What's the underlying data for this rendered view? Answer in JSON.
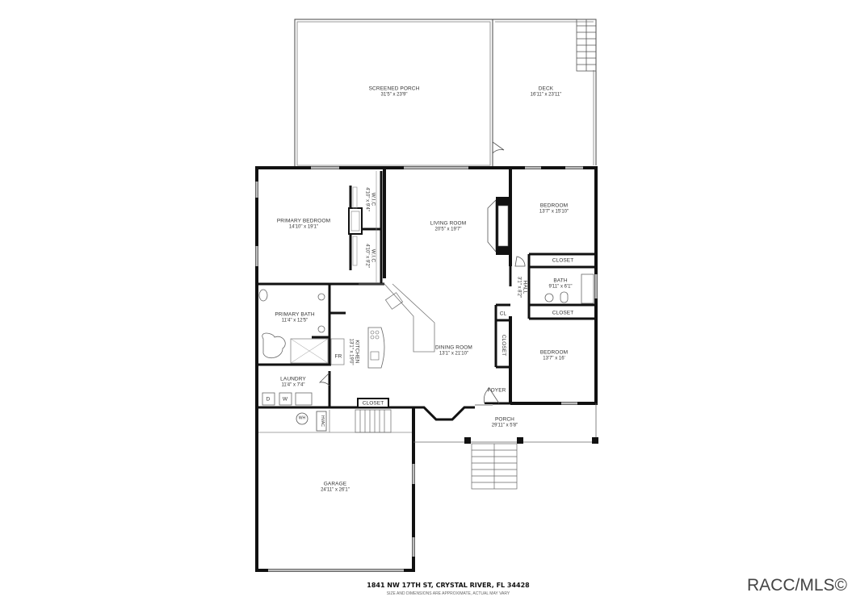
{
  "rooms": {
    "screened_porch": {
      "name": "SCREENED PORCH",
      "dim": "31'5\" x 23'9\""
    },
    "deck": {
      "name": "DECK",
      "dim": "16'11\" x 23'11\""
    },
    "primary_bedroom": {
      "name": "PRIMARY BEDROOM",
      "dim": "14'10\" x 19'1\""
    },
    "wic_1": {
      "name": "W.I.C",
      "dim": "4'10\" x 9'4\""
    },
    "wic_2": {
      "name": "W.I.C",
      "dim": "4'10\" x 9'2\""
    },
    "living_room": {
      "name": "LIVING ROOM",
      "dim": "20'5\" x 19'7\""
    },
    "bedroom_1": {
      "name": "BEDROOM",
      "dim": "13'7\" x 15'10\""
    },
    "closet_1": {
      "name": "CLOSET"
    },
    "bath": {
      "name": "BATH",
      "dim": "9'11\" x 6'1\""
    },
    "hall": {
      "name": "HALL",
      "dim": "3'1\" x 8'2\""
    },
    "closet_2": {
      "name": "CLOSET"
    },
    "cl": {
      "name": "CL"
    },
    "closet_vertical": {
      "name": "CLOSET"
    },
    "bedroom_2": {
      "name": "BEDROOM",
      "dim": "13'7\" x 16'"
    },
    "primary_bath": {
      "name": "PRIMARY BATH",
      "dim": "11'4\" x 12'5\""
    },
    "kitchen": {
      "name": "KITCHEN",
      "dim": "13'1\" x 19'0\""
    },
    "fr": {
      "name": "FR"
    },
    "dining_room": {
      "name": "DINING ROOM",
      "dim": "13'1\" x 21'10\""
    },
    "laundry": {
      "name": "LAUNDRY",
      "dim": "11'4\" x 7'4\""
    },
    "dryer": {
      "name": "D"
    },
    "washer": {
      "name": "W"
    },
    "closet_3": {
      "name": "CLOSET"
    },
    "foyer": {
      "name": "FOYER"
    },
    "porch": {
      "name": "PORCH",
      "dim": "29'11\" x 5'8\""
    },
    "water_heater": {
      "name": "WH"
    },
    "hvac": {
      "name": "HVAC"
    },
    "garage": {
      "name": "GARAGE",
      "dim": "24'11\" x 26'1\""
    }
  },
  "footer": {
    "address": "1841 NW 17TH ST, CRYSTAL RIVER, FL 34428",
    "note": "SIZE AND DIMENSIONS ARE APPROXIMATE, ACTUAL MAY VARY",
    "watermark": "RACC/MLS©"
  },
  "colors": {
    "wall": "#111111",
    "thin_wall": "#555555",
    "window": "#bbbbbb",
    "background": "#ffffff"
  }
}
